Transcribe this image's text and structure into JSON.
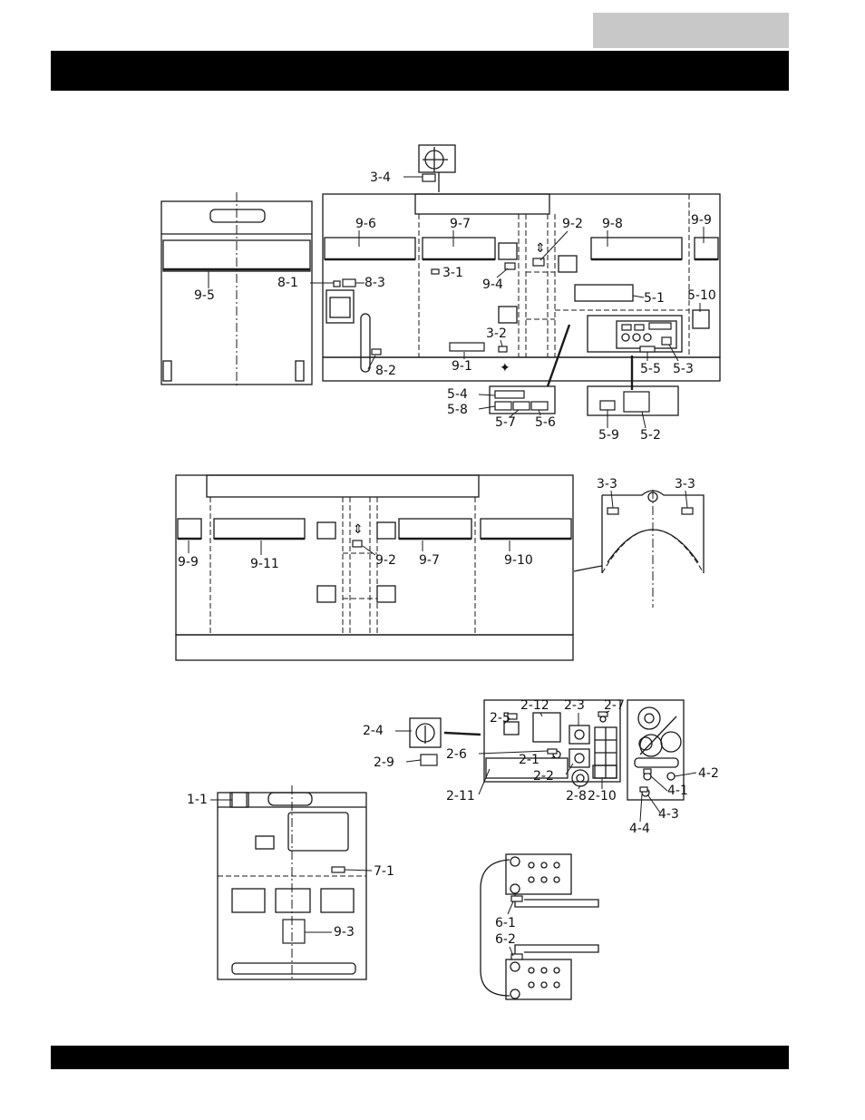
{
  "labels": {
    "c3_4": "3-4",
    "c9_6": "9-6",
    "c9_7": "9-7",
    "c9_2": "9-2",
    "c9_8": "9-8",
    "c9_9": "9-9",
    "c9_5": "9-5",
    "c8_1": "8-1",
    "c8_3": "8-3",
    "c3_1": "3-1",
    "c9_4": "9-4",
    "c5_1": "5-1",
    "c5_10": "5-10",
    "c3_2": "3-2",
    "c9_1": "9-1",
    "c8_2": "8-2",
    "c5_5": "5-5",
    "c5_3": "5-3",
    "c5_4": "5-4",
    "c5_8": "5-8",
    "c5_7": "5-7",
    "c5_6": "5-6",
    "c5_9": "5-9",
    "c5_2": "5-2",
    "d9_9": "9-9",
    "d9_11": "9-11",
    "d9_2": "9-2",
    "d9_7": "9-7",
    "d9_10": "9-10",
    "d3_3a": "3-3",
    "d3_3b": "3-3",
    "e2_12": "2-12",
    "e2_3": "2-3",
    "e2_7": "2-7",
    "e2_5": "2-5",
    "e2_4": "2-4",
    "e2_6": "2-6",
    "e2_1": "2-1",
    "e2_9": "2-9",
    "e2_2": "2-2",
    "e2_11": "2-11",
    "e2_8": "2-8",
    "e2_10": "2-10",
    "e4_2": "4-2",
    "e4_1": "4-1",
    "e4_3": "4-3",
    "e4_4": "4-4",
    "f1_1": "1-1",
    "f7_1": "7-1",
    "f9_3": "9-3",
    "g6_1": "6-1",
    "g6_2": "6-2"
  }
}
